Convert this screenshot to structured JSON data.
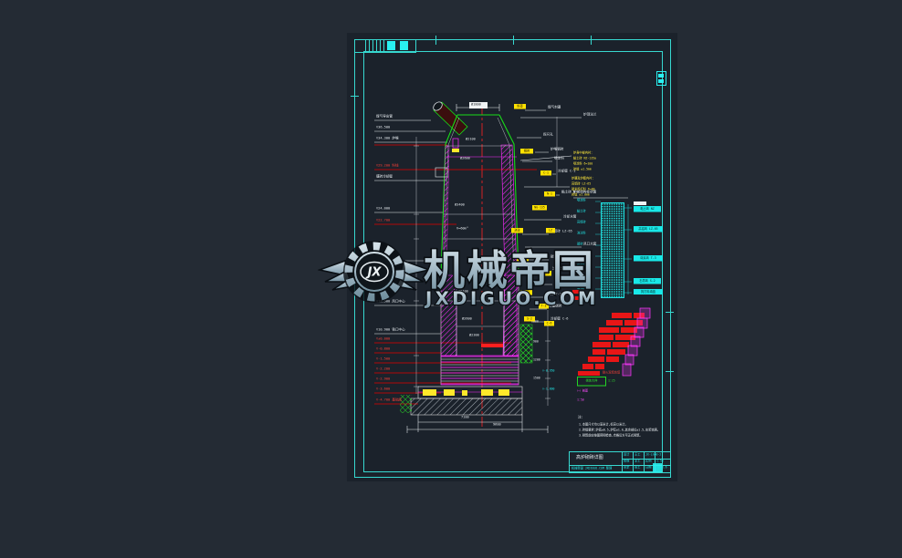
{
  "watermark": {
    "brand": "机械帝国",
    "domain": "JXDIGUO.COM",
    "monogram": "JX"
  },
  "drawing": {
    "throat_dim": "Ø1800",
    "center_labels": [
      "Ø2100",
      "Ø2600",
      "Ø3400",
      "V=60m³",
      "Ø3100",
      "Ø2600",
      "Ø2300"
    ],
    "left_labels": [
      {
        "text": "煤气导出管",
        "c": "w"
      },
      {
        "text": "▽36.500",
        "c": "w"
      },
      {
        "text": "▽34.300 炉喉",
        "c": "w"
      },
      {
        "text": "▽29.200 料线",
        "c": "r"
      },
      {
        "text": "镶砖冷却壁",
        "c": "w"
      },
      {
        "text": "▽24.000",
        "c": "w"
      },
      {
        "text": "▽22.700",
        "c": "r"
      },
      {
        "text": "冷却水管",
        "c": "w"
      },
      {
        "text": "▽12.500 风口中心",
        "c": "w"
      },
      {
        "text": "▽10.900 铁口中心",
        "c": "w"
      },
      {
        "text": "▽±0.000",
        "c": "r"
      },
      {
        "text": "▽-0.800",
        "c": "r"
      },
      {
        "text": "▽-1.500",
        "c": "r"
      },
      {
        "text": "▽-2.200",
        "c": "r"
      },
      {
        "text": "▽-2.900",
        "c": "r"
      },
      {
        "text": "▽-3.600",
        "c": "r"
      },
      {
        "text": "▽-4.700 基础底",
        "c": "r"
      }
    ],
    "right_labels": [
      {
        "text": "煤气封罩"
      },
      {
        "text": "炉顶法兰"
      },
      {
        "text": "探尺孔"
      },
      {
        "text": "炉喉钢砖"
      },
      {
        "text": "喷涂料"
      },
      {
        "text": "冷却壁 C-1"
      },
      {
        "text": "黏土砖 N-1"
      },
      {
        "text": "冷却水管"
      },
      {
        "text": "高铝砖 LZ-65"
      },
      {
        "text": "风口大套"
      },
      {
        "text": "碳素捣打料"
      },
      {
        "text": "渣口装置"
      },
      {
        "text": "铁口框"
      },
      {
        "text": "碳砖 T-3"
      },
      {
        "text": "石墨碳砖"
      },
      {
        "text": "冷却壁 C-6"
      }
    ],
    "yellow_tags": [
      "料罩",
      "钢砖",
      "C-1",
      "N-1",
      "NG-135",
      "浇注",
      "LZ",
      "捣料",
      "渣口",
      "铁口",
      "T-3",
      "S-2",
      "C-6"
    ],
    "legend_block_a": {
      "lines": [
        "炉身中部内衬:",
        "黏土砖 NZ-135a",
        "喷涂料 δ=100",
        "砖缝 ≤1.5mm"
      ]
    },
    "legend_block_b": {
      "lines": [
        "炉腰及炉腹内衬:",
        "高铝砖 LZ-65",
        "碳素捣打料 δ=80",
        "砖缝 ≤1.0mm"
      ]
    },
    "column_legend": {
      "title": "炉衬结构柱状图",
      "left_items": [
        "喷涂料",
        "黏土砖",
        "高铝砖",
        "浇注料",
        "碳砖",
        "石墨砖",
        "捣打料",
        "冷却壁",
        "填充料"
      ],
      "right_items": [
        "黏土砖 NZ",
        "高铝砖 LZ-65",
        "碳素砖 T-3",
        "石墨砖 S-2",
        "捣打料填缝"
      ]
    },
    "green_note": {
      "box": "砌体大样",
      "scale": "1:25"
    },
    "magenta_note": {
      "line1": "Ⅰ—Ⅰ 剖面",
      "line2": "1:50"
    },
    "red_note": "耐火泥浆充填",
    "cyan_elevations": [
      "▽-0.950",
      "▽-1.800"
    ],
    "side_dims": [
      "600",
      "900",
      "1200",
      "1500"
    ],
    "bottom_dims": [
      "7100",
      "9600"
    ]
  },
  "notes": {
    "head": "注:",
    "lines": [
      "1.本图尺寸均以毫米计,标高以米计。",
      "2.砖缝要求:炉底≤0.5,炉缸≤1.0,其余部位≤1.5,灰浆饱满。",
      "3.砌筑前应按图预砌检查,合格后方可正式砌筑。"
    ]
  },
  "title_block": {
    "title": "高炉砌砖详图",
    "credit": "机械帝国 JXDIGUO.COM 整理",
    "drawing_no": "JX-LG60-2",
    "design_label": "设计",
    "design": "王工",
    "check_label": "校核",
    "check": "李工",
    "approve_label": "审定",
    "approve": "张工",
    "scale_label": "比例",
    "scale": "1:50",
    "date_label": "日期",
    "date": "2008.6"
  }
}
